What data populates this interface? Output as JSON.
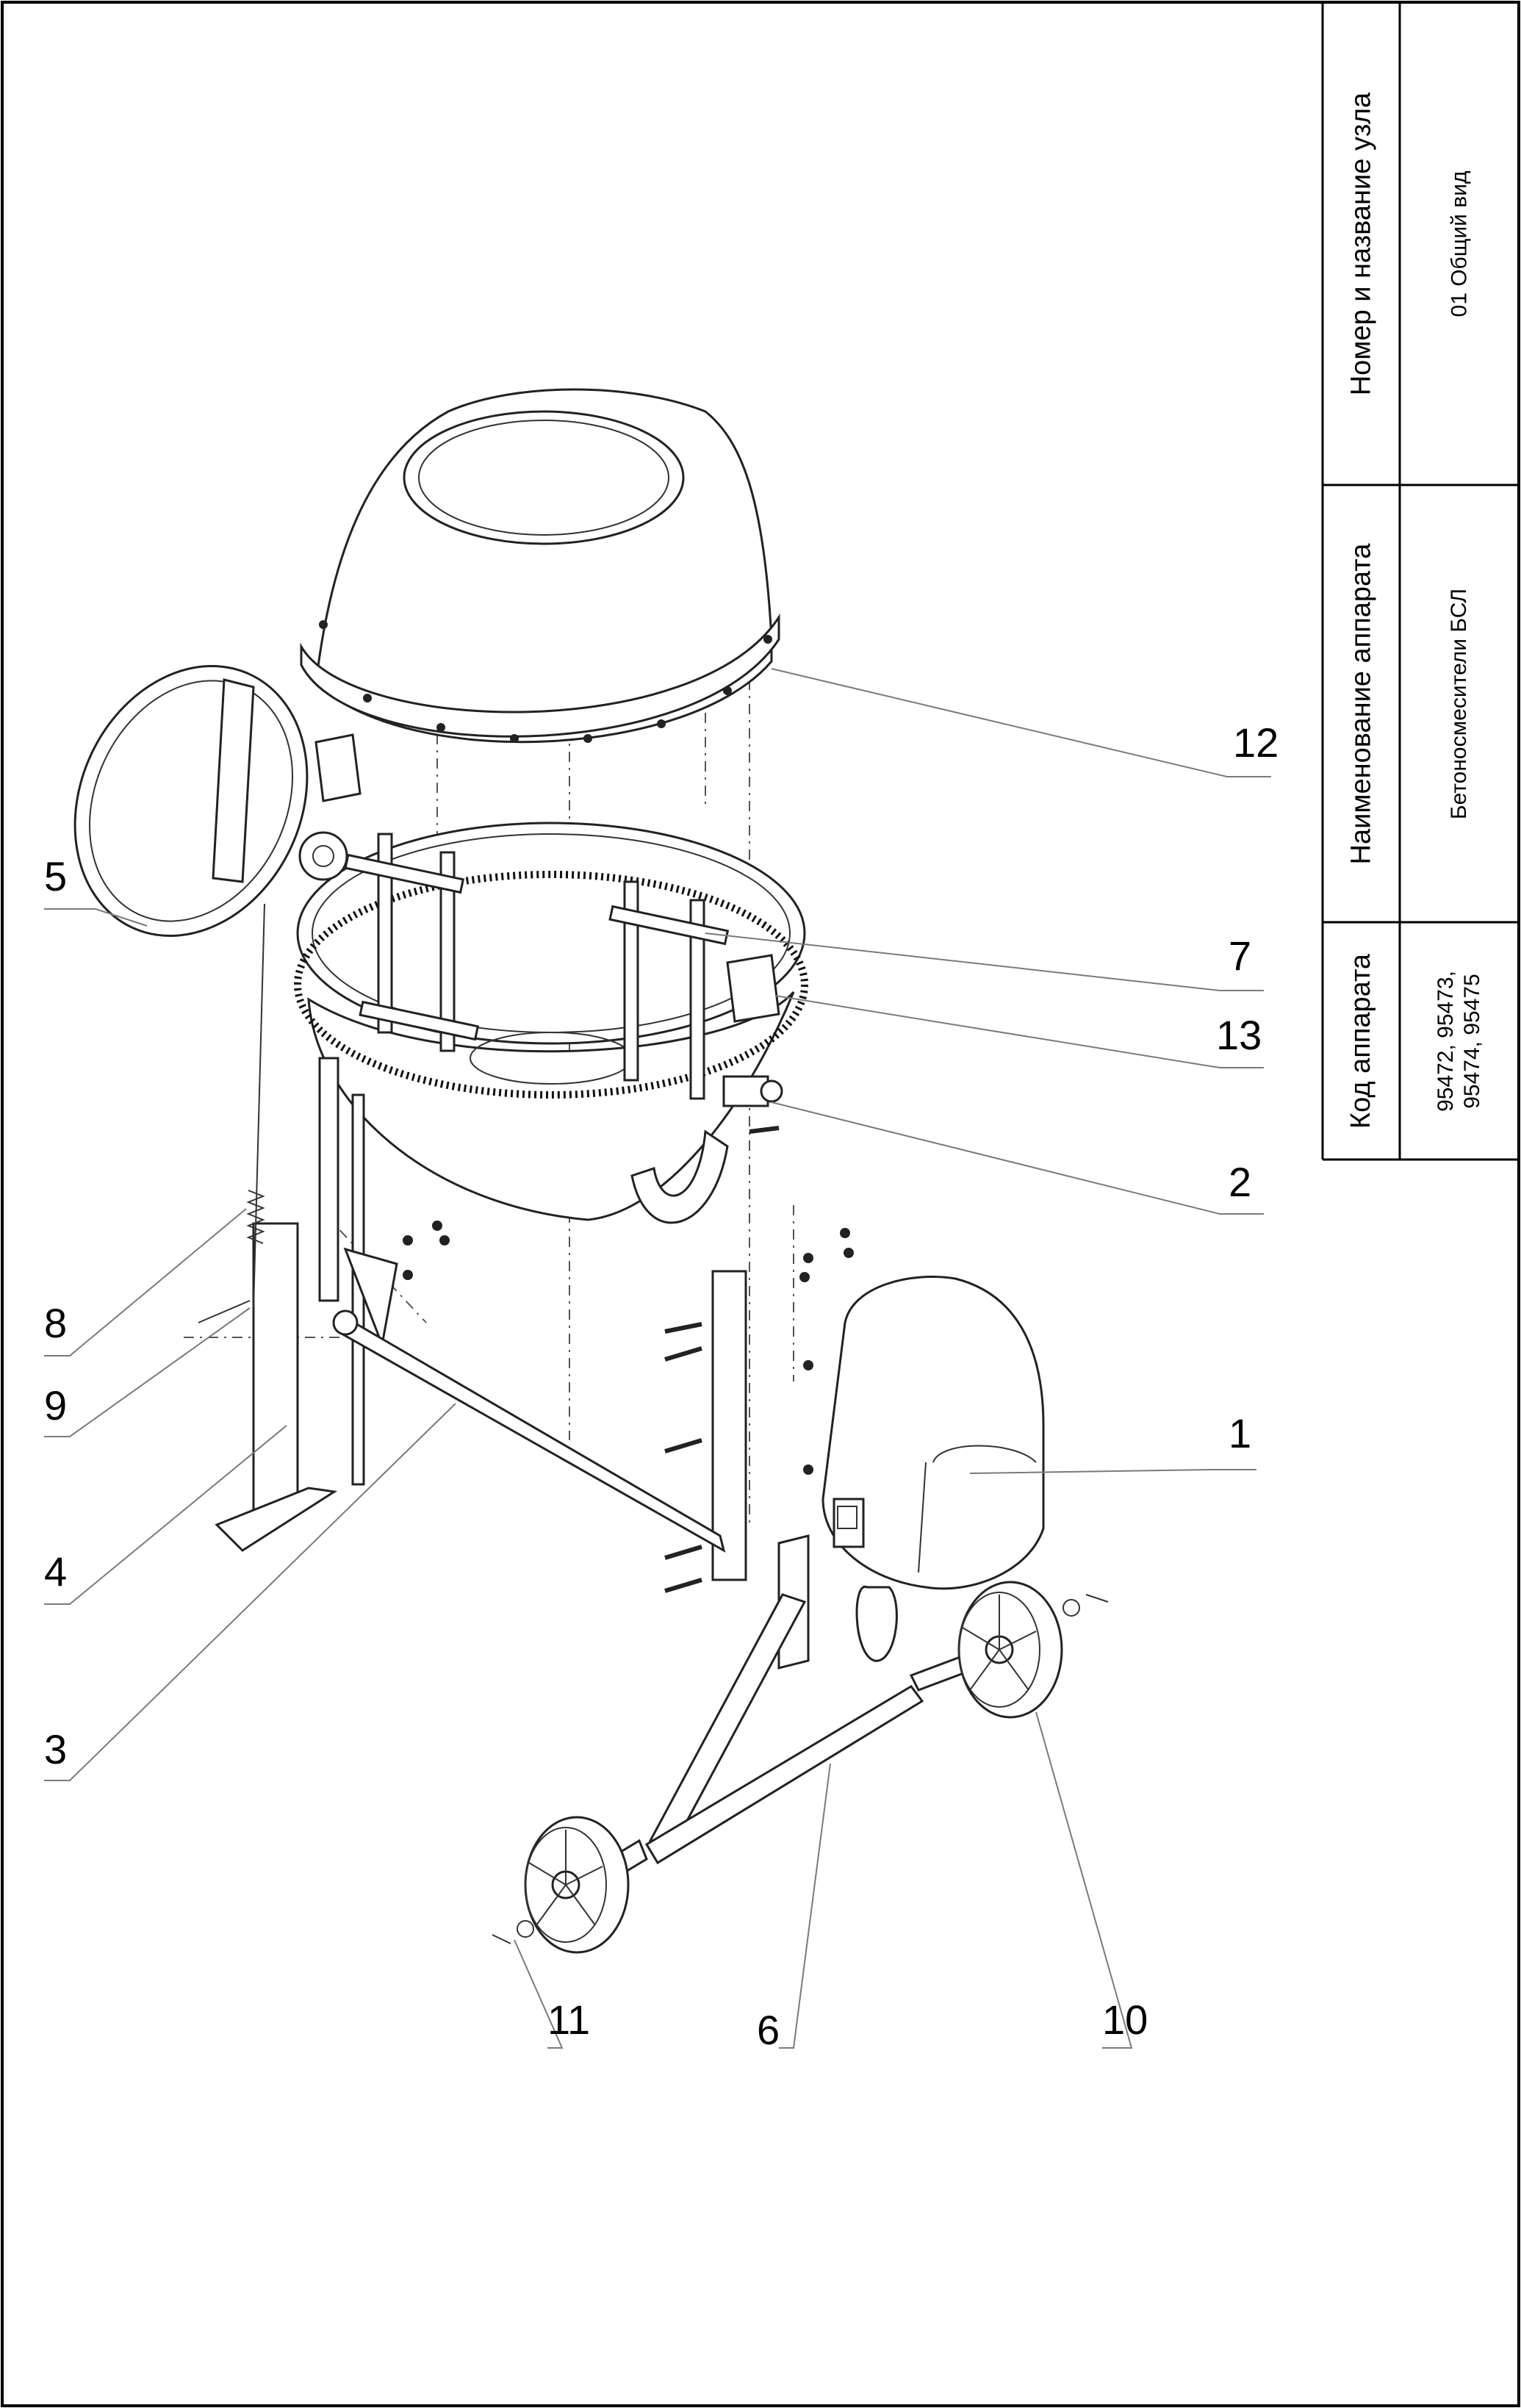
{
  "title_block": {
    "node_header": "Номер и название узла",
    "node_value": "01 Общий вид",
    "device_header": "Наименование аппарата",
    "device_value": "Бетоносмесители БСЛ",
    "code_header": "Код аппарата",
    "code_value_line1": "95472, 95473,",
    "code_value_line2": "95474, 95475"
  },
  "callouts": [
    {
      "id": "12",
      "label": "12"
    },
    {
      "id": "5",
      "label": "5"
    },
    {
      "id": "7",
      "label": "7"
    },
    {
      "id": "13",
      "label": "13"
    },
    {
      "id": "2",
      "label": "2"
    },
    {
      "id": "8",
      "label": "8"
    },
    {
      "id": "9",
      "label": "9"
    },
    {
      "id": "1",
      "label": "1"
    },
    {
      "id": "4",
      "label": "4"
    },
    {
      "id": "3",
      "label": "3"
    },
    {
      "id": "11",
      "label": "11"
    },
    {
      "id": "6",
      "label": "6"
    },
    {
      "id": "10",
      "label": "10"
    }
  ]
}
